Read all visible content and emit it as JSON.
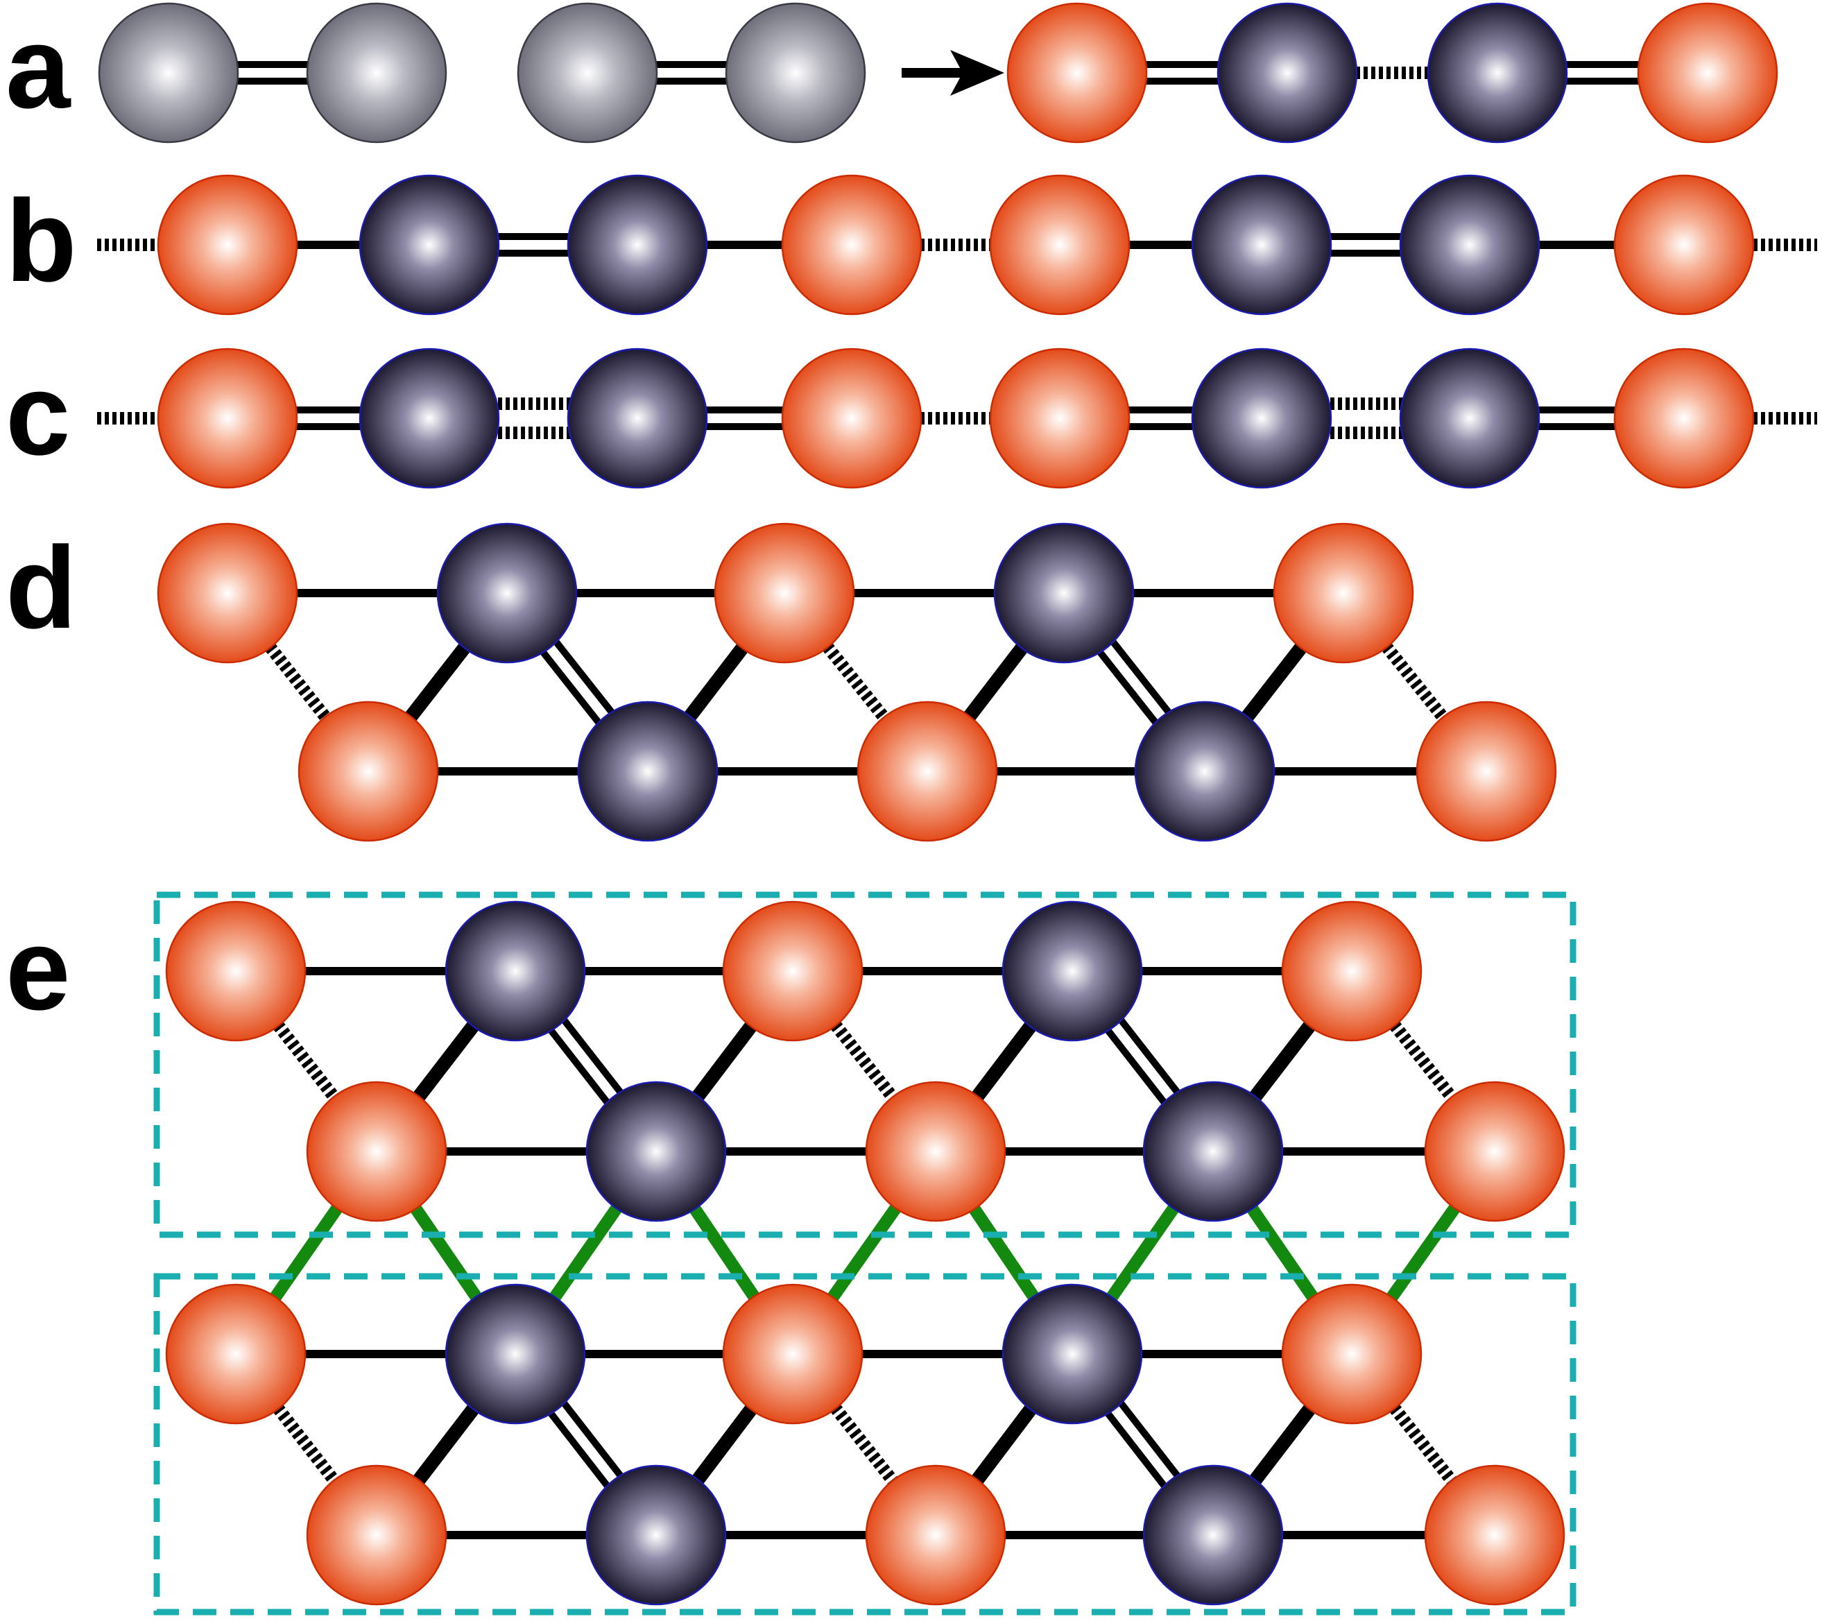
{
  "panels": [
    {
      "id": "a",
      "label": "a"
    },
    {
      "id": "b",
      "label": "b"
    },
    {
      "id": "c",
      "label": "c"
    },
    {
      "id": "d",
      "label": "d"
    },
    {
      "id": "e",
      "label": "e"
    }
  ],
  "legend_colors": {
    "orange_atom": "#e34b1a",
    "dark_atom": "#2a2640",
    "grey_atom": "#6e6e7a",
    "bond": "#000000",
    "interlayer_bond": "#138a0f",
    "frame": "#1aaeb0"
  }
}
